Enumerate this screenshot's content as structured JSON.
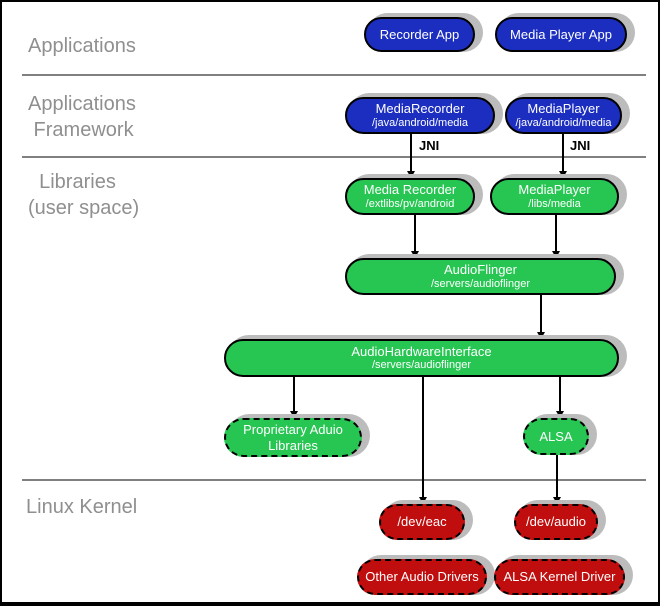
{
  "layers": {
    "applications": {
      "line1": "Applications",
      "line2": ""
    },
    "framework": {
      "line1": "Applications",
      "line2": " Framework"
    },
    "libraries": {
      "line1": "  Libraries",
      "line2": "(user space)"
    },
    "kernel": {
      "line1": "Linux Kernel",
      "line2": ""
    }
  },
  "nodes": {
    "recorder_app": {
      "title": "Recorder App"
    },
    "media_player_app": {
      "title": "Media Player App"
    },
    "media_recorder_fw": {
      "title": "MediaRecorder",
      "subtitle": "/java/android/media"
    },
    "media_player_fw": {
      "title": "MediaPlayer",
      "subtitle": "/java/android/media"
    },
    "media_recorder_lib": {
      "title": "Media Recorder",
      "subtitle": "/extlibs/pv/android"
    },
    "media_player_lib": {
      "title": "MediaPlayer",
      "subtitle": "/libs/media"
    },
    "audioflinger": {
      "title": "AudioFlinger",
      "subtitle": "/servers/audioflinger"
    },
    "audio_hw_interface": {
      "title": "AudioHardwareInterface",
      "subtitle": "/servers/audioflinger"
    },
    "proprietary_libs": {
      "title": "Proprietary Aduio",
      "subtitle": "Libraries"
    },
    "alsa": {
      "title": "ALSA"
    },
    "dev_eac": {
      "title": "/dev/eac"
    },
    "dev_audio": {
      "title": "/dev/audio"
    },
    "other_audio_drivers": {
      "title": "Other Audio Drivers"
    },
    "alsa_kernel_driver": {
      "title": "ALSA Kernel Driver"
    }
  },
  "connector_labels": {
    "jni_left": "JNI",
    "jni_right": "JNI"
  },
  "colors": {
    "app_blue": "#1b2ec0",
    "lib_green": "#27c653",
    "kernel_red": "#c00d0d",
    "label_gray": "#8f8f8f",
    "divider_gray": "#808080",
    "shadow_gray": "#bcbcbc"
  }
}
